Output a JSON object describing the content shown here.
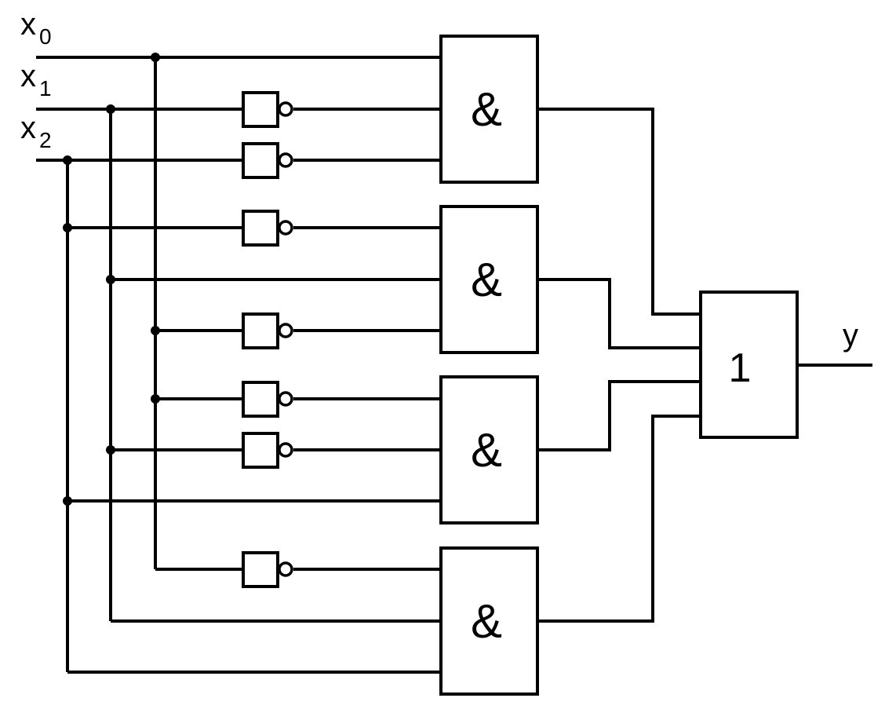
{
  "inputs": [
    {
      "base": "x",
      "sub": "0"
    },
    {
      "base": "x",
      "sub": "1"
    },
    {
      "base": "x",
      "sub": "2"
    }
  ],
  "output": {
    "label": "y"
  },
  "and_gates": [
    {
      "symbol": "&",
      "terms": [
        "x0",
        "NOT x1",
        "NOT x2"
      ]
    },
    {
      "symbol": "&",
      "terms": [
        "NOT x2",
        "x1",
        "NOT x0"
      ]
    },
    {
      "symbol": "&",
      "terms": [
        "NOT x0",
        "NOT x1",
        "x2"
      ]
    },
    {
      "symbol": "&",
      "terms": [
        "NOT x0",
        "x1",
        "x2"
      ]
    }
  ],
  "or_gate": {
    "symbol": "1"
  }
}
